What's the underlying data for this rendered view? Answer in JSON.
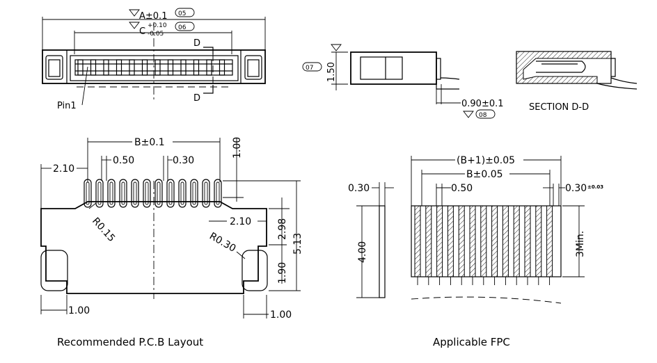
{
  "top_view": {
    "dim_a": "A±0.1",
    "dim_a_tag": "05",
    "dim_c_main": "C",
    "dim_c_tol_plus": "+0.10",
    "dim_c_tol_minus": "-0.05",
    "dim_c_tag": "06",
    "section_mark_top": "D",
    "section_mark_bottom": "D",
    "pin1_label": "Pin1"
  },
  "side_view": {
    "height_dim": "1.50",
    "height_tag": "07",
    "thickness_dim": "0.90±0.1",
    "thickness_tag": "08"
  },
  "section_view": {
    "title": "SECTION  D-D"
  },
  "pcb_layout": {
    "dim_b": "B±0.1",
    "dim_pitch": "0.50",
    "dim_pad_width": "0.30",
    "dim_pad_top": "1.00",
    "dim_left": "2.10",
    "dim_right": "2.10",
    "dim_298": "2.98",
    "dim_513": "5.13",
    "dim_190": "1.90",
    "dim_r015": "R0.15",
    "dim_r030": "R0.30",
    "dim_bottom_left": "1.00",
    "dim_bottom_right": "1.00",
    "caption": "Recommended  P.C.B  Layout"
  },
  "fpc": {
    "dim_b1": "(B+1)±0.05",
    "dim_b": "B±0.05",
    "dim_pitch": "0.50",
    "dim_thickness": "0.30",
    "dim_width": "0.30",
    "dim_width_tol": "±0.03",
    "dim_length": "4.00",
    "dim_min": "3Min.",
    "caption": "Applicable  FPC"
  }
}
